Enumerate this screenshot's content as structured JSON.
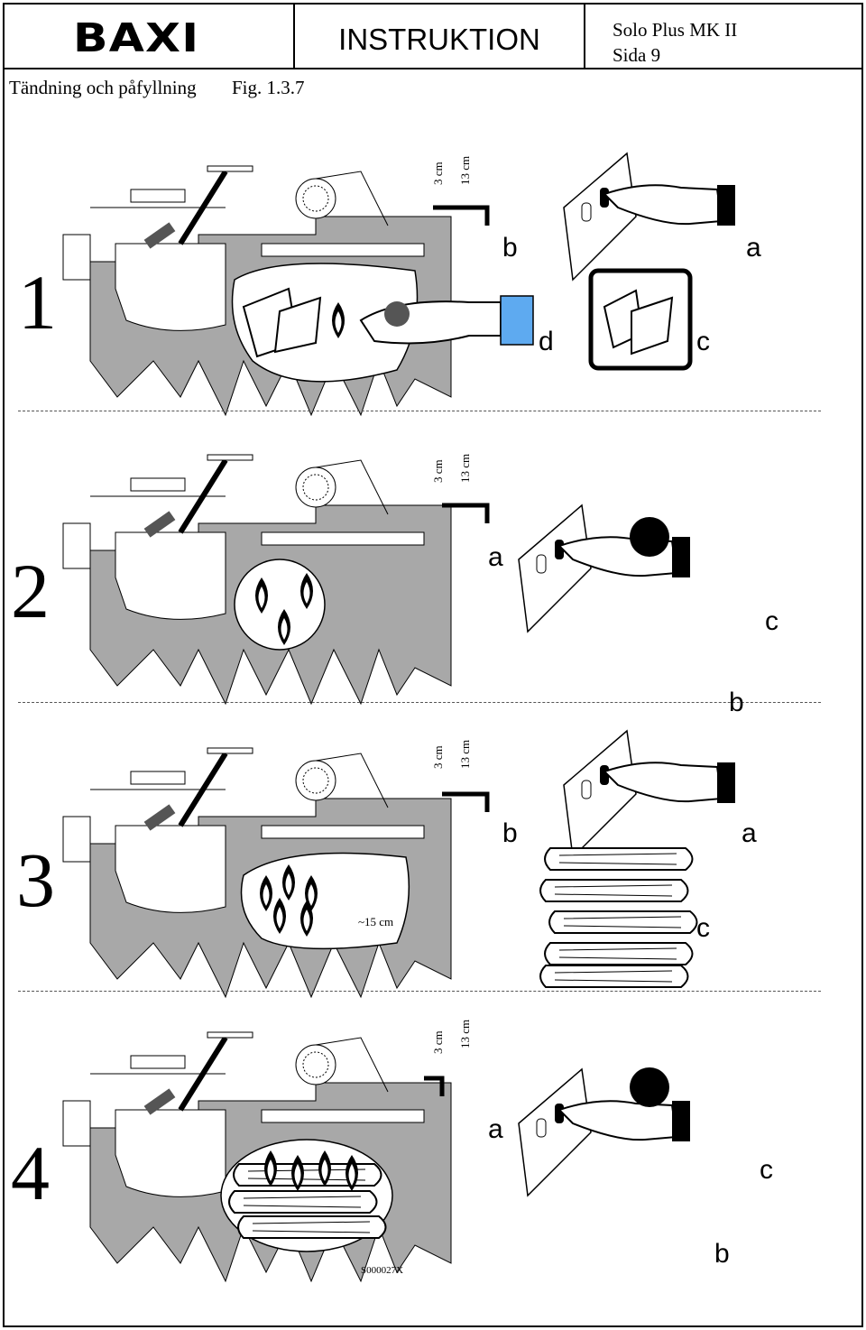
{
  "header": {
    "logo": "BAXI",
    "title": "INSTRUKTION",
    "model": "Solo Plus MK II",
    "page": "Sida 9"
  },
  "subtitle": "Tändning och påfyllning",
  "figure": "Fig. 1.3.7",
  "steps": [
    {
      "number": "1",
      "labels": [
        "b",
        "a",
        "d",
        "c"
      ],
      "measure_a": "3 cm",
      "measure_b": "13 cm"
    },
    {
      "number": "2",
      "labels": [
        "a",
        "c",
        "b"
      ],
      "measure_a": "3 cm",
      "measure_b": "13 cm"
    },
    {
      "number": "3",
      "labels": [
        "b",
        "a",
        "c"
      ],
      "measure_a": "3 cm",
      "measure_b": "13 cm",
      "depth": "~15 cm"
    },
    {
      "number": "4",
      "labels": [
        "a",
        "c",
        "b"
      ],
      "measure_a": "3 cm",
      "measure_b": "13 cm"
    }
  ],
  "drawing_code": "S000027X",
  "colors": {
    "sleeve": "#5eaaf0",
    "boiler": "#a8a8a8",
    "ink": "#000000"
  }
}
